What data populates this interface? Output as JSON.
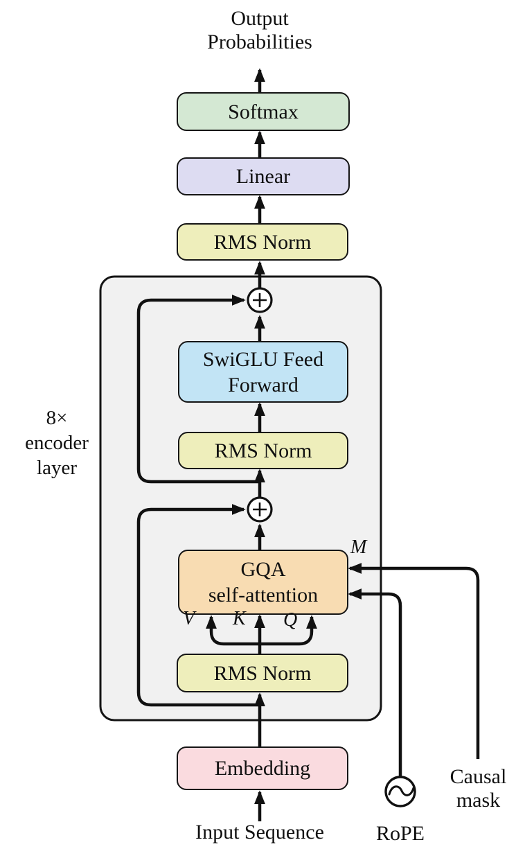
{
  "title": "Transformer encoder architecture diagram",
  "colors": {
    "softmax": "#d4e8d3",
    "linear": "#dddcf2",
    "rms_norm": "#eeeebb",
    "swiglu": "#c2e4f5",
    "gqa": "#f8dcb2",
    "embedding": "#fadbdf",
    "encoder_frame": "#f1f1f1",
    "line": "#111111"
  },
  "blocks": {
    "softmax": {
      "label": "Softmax"
    },
    "linear": {
      "label": "Linear"
    },
    "rms_norm_final": {
      "label": "RMS Norm"
    },
    "swiglu_ff": {
      "label": "SwiGLU Feed\nForward"
    },
    "rms_norm_ffn": {
      "label": "RMS Norm"
    },
    "gqa": {
      "label": "GQA\nself-attention"
    },
    "rms_norm_attn": {
      "label": "RMS Norm"
    },
    "embedding": {
      "label": "Embedding"
    }
  },
  "labels": {
    "output": "Output\nProbabilities",
    "input": "Input Sequence",
    "encoder_repeat": "8×\nencoder\nlayer",
    "rope": "RoPE",
    "causal_mask": "Causal\nmask",
    "mask_m": "M",
    "value_v": "V",
    "key_k": "K",
    "query_q": "Q"
  },
  "icons": {
    "residual_add": "plus-circle",
    "rope_source": "sine-wave-circle"
  }
}
